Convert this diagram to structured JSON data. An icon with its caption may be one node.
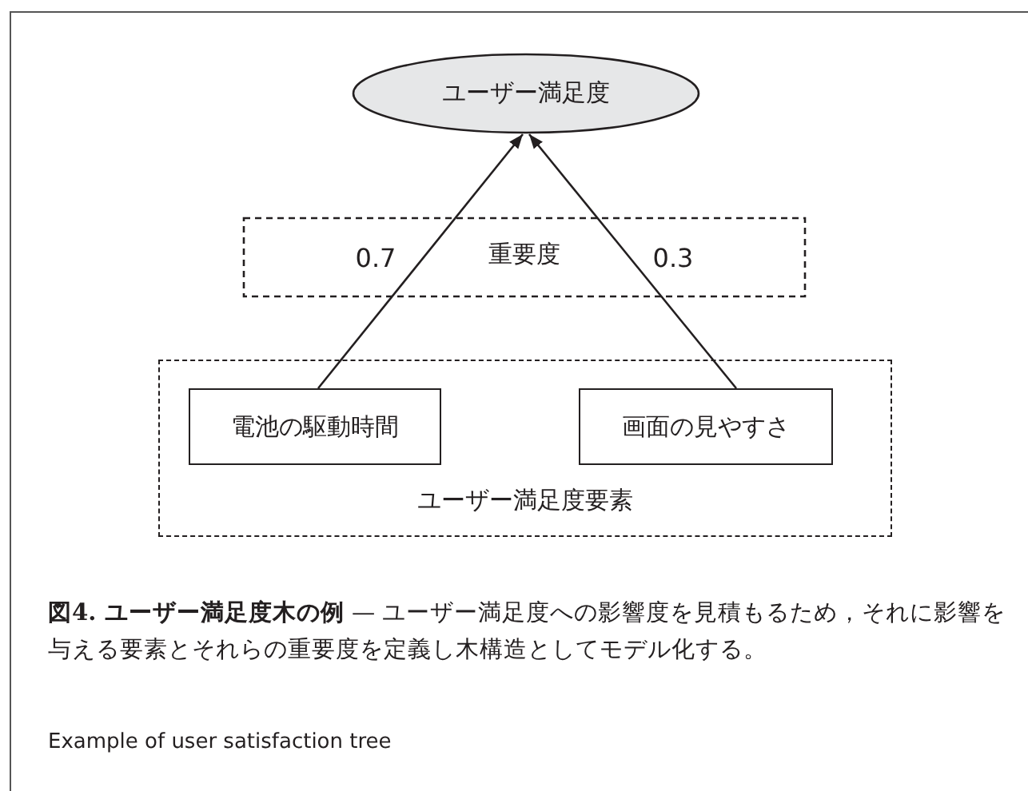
{
  "diagram": {
    "caption": "**図4. ユーザー満足度木の例** — ユーザー満足度への影響度を見積もるため，それに影響を与える要素とそれらの重要度を定義し木構造としてモデル化する。",
    "nodes": [
      {
        "text": [
          "ユーザー満足度"
        ]
      },
      {
        "text": [
          "ユーザー満足度要素"
        ]
      },
      {
        "text": [
          "電池の駆動時間"
        ],
        "in": 1
      },
      {
        "text": [
          "画面の見やすさ"
        ],
        "in": 1
      }
    ],
    "edges": [
      {
        "from": 2,
        "to": 0,
        "arrow": "to",
        "label": "0.7"
      },
      {
        "from": 3,
        "to": 0,
        "arrow": "to",
        "label": "0.3"
      }
    ],
    "labels": [
      "重要度",
      "Example of user satisfaction tree"
    ]
  }
}
